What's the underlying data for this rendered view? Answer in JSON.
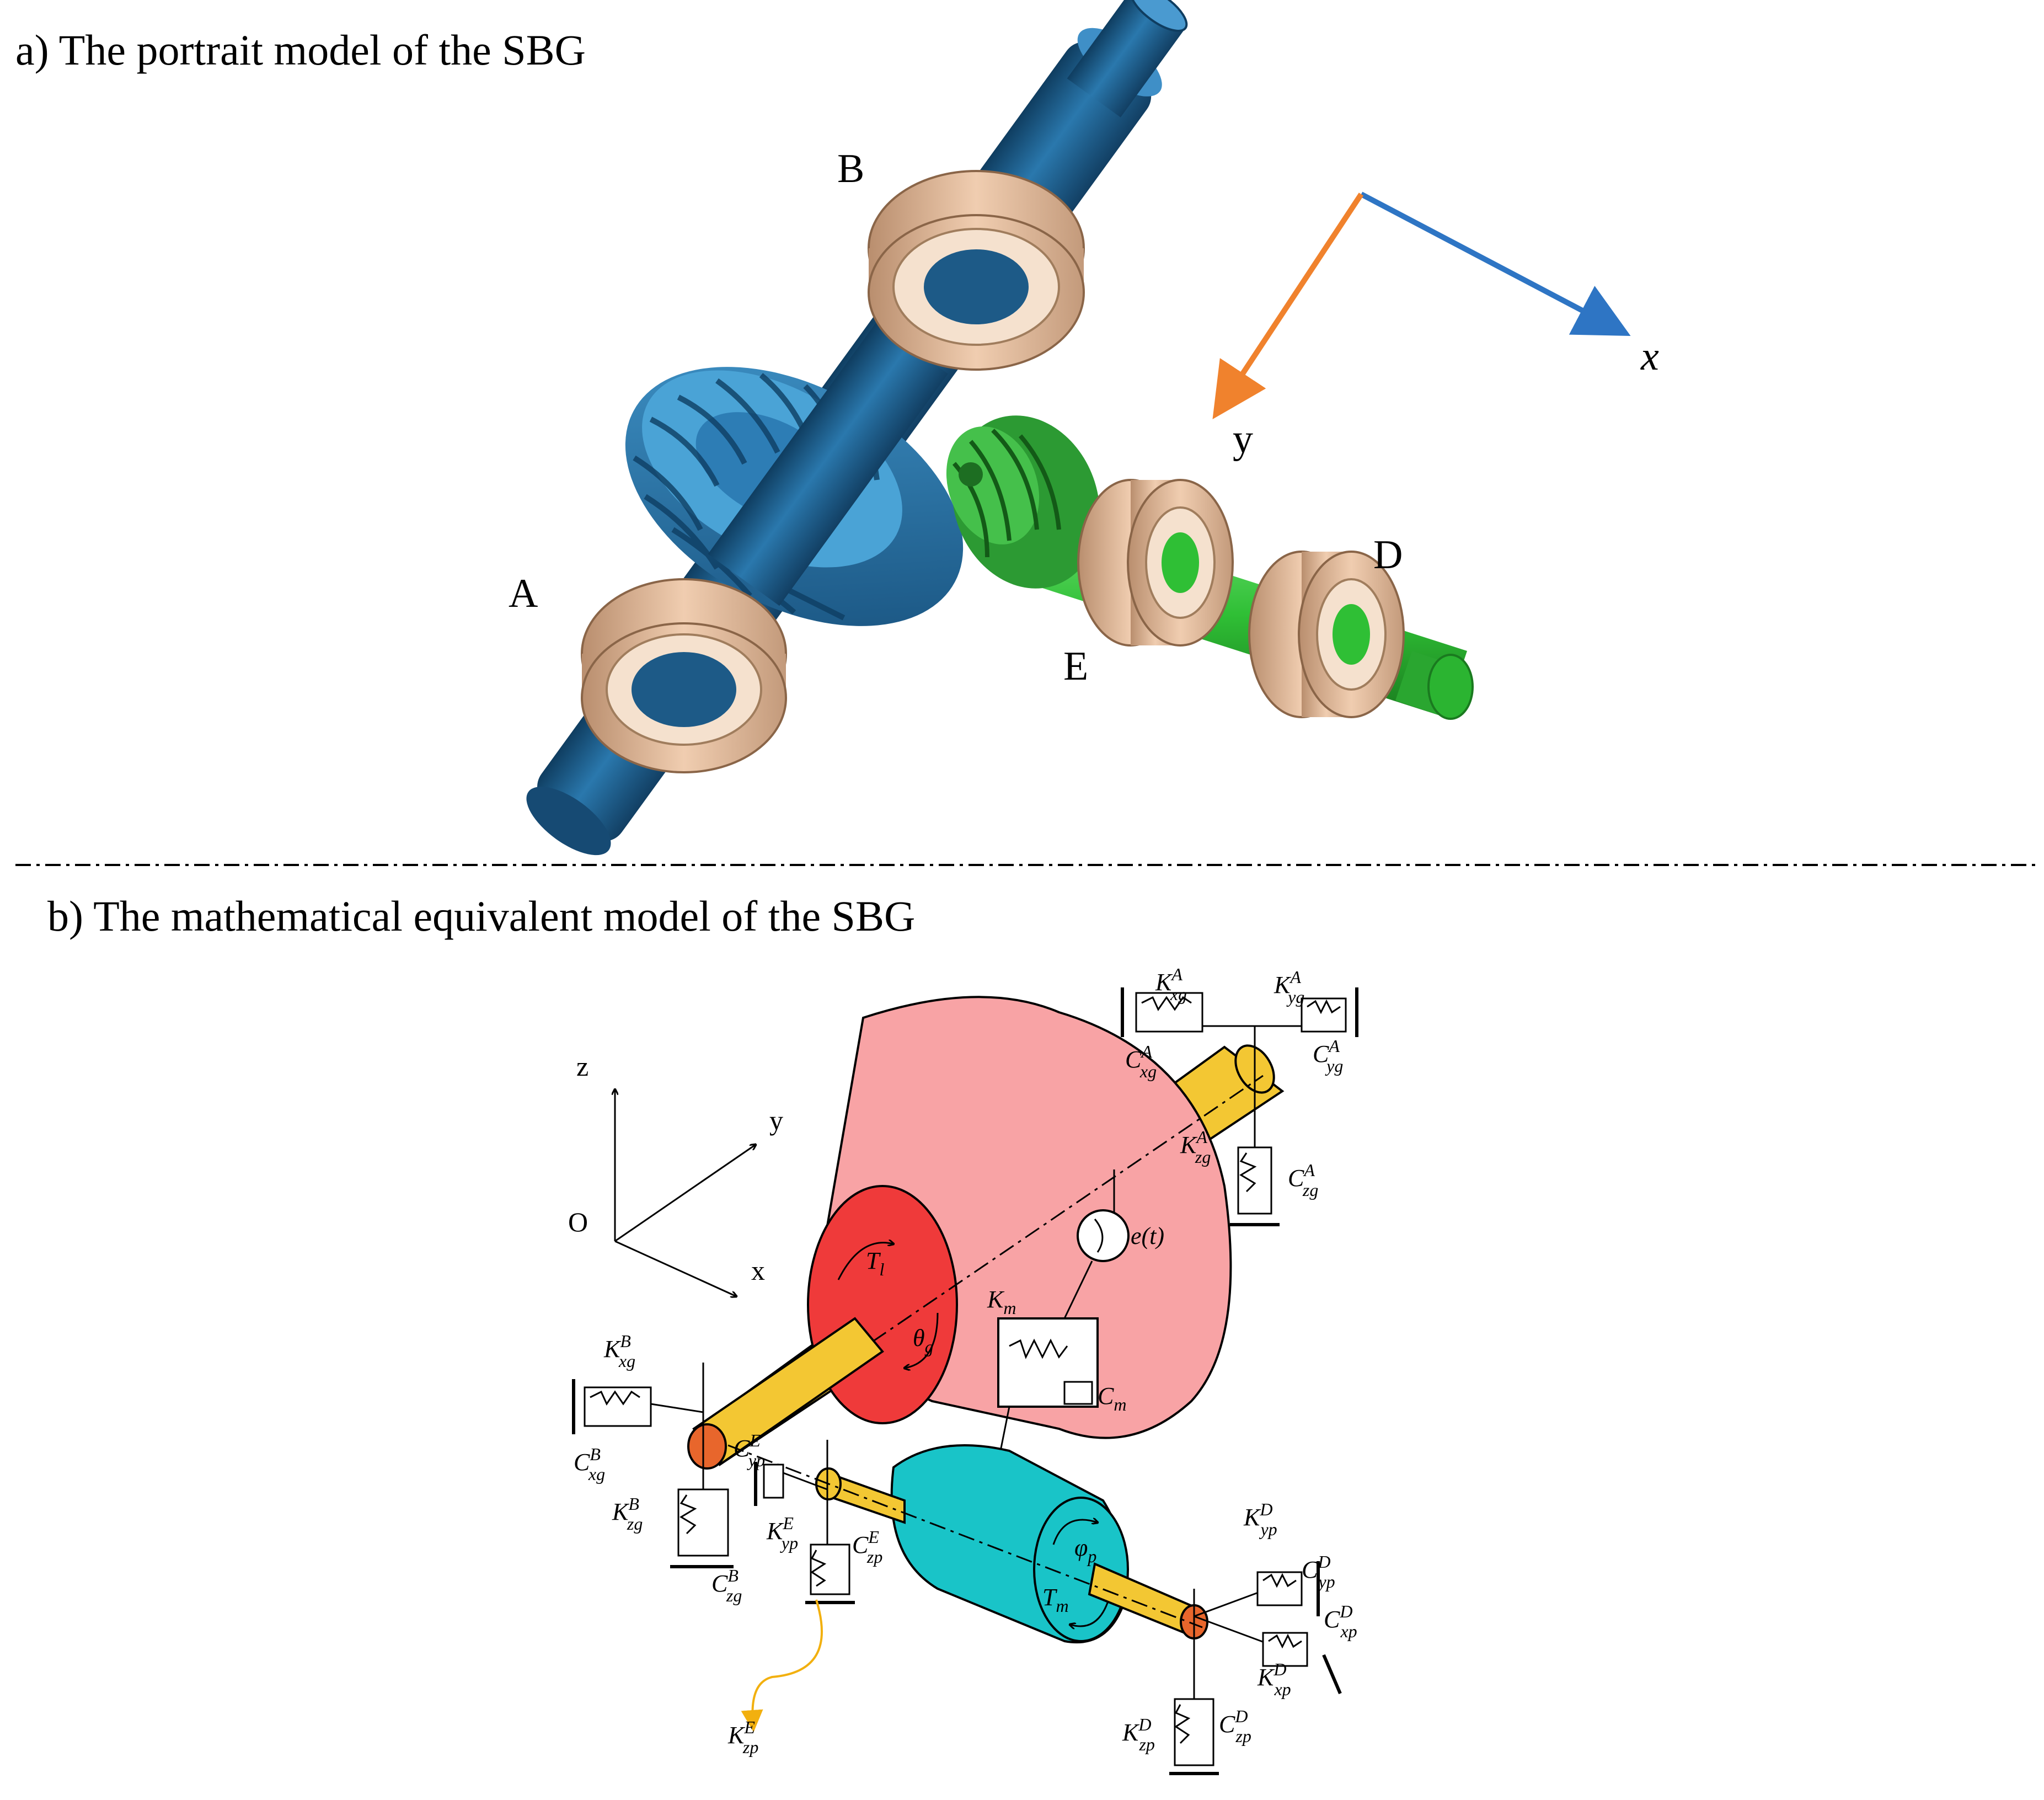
{
  "figure": {
    "panel_a": {
      "title": "a) The portrait model of the SBG",
      "bearings": [
        "A",
        "B",
        "D",
        "E"
      ],
      "axes": {
        "x": "x",
        "y": "y"
      },
      "colors": {
        "gear_shaft": "#1e5f8f",
        "bevel_gear": "#2a7ab0",
        "pinion": "#3aa543",
        "pinion_shaft": "#2fc234",
        "bearing": "#d9ae8c",
        "axis_x": "#2e75c4",
        "axis_y": "#f0822d"
      }
    },
    "panel_b": {
      "title": "b) The mathematical equivalent model of the SBG",
      "coordinate_labels": {
        "origin": "O",
        "x": "x",
        "y": "y",
        "z": "z"
      },
      "quantities": {
        "Tl": {
          "base": "T",
          "sub": "l"
        },
        "theta_g": {
          "base": "θ",
          "sub": "g"
        },
        "Km": {
          "base": "K",
          "sub": "m"
        },
        "Cm": {
          "base": "C",
          "sub": "m"
        },
        "et": "e(t)",
        "phi_p": {
          "base": "φ",
          "sub": "p"
        },
        "Tm": {
          "base": "T",
          "sub": "m"
        }
      },
      "supports": {
        "KxgA": {
          "base": "K",
          "sup": "A",
          "sub": "xg"
        },
        "KygA": {
          "base": "K",
          "sup": "A",
          "sub": "yg"
        },
        "CxgA": {
          "base": "C",
          "sup": "A",
          "sub": "xg"
        },
        "CygA": {
          "base": "C",
          "sup": "A",
          "sub": "yg"
        },
        "KzgA": {
          "base": "K",
          "sup": "A",
          "sub": "zg"
        },
        "CzgA": {
          "base": "C",
          "sup": "A",
          "sub": "zg"
        },
        "KxgB": {
          "base": "K",
          "sup": "B",
          "sub": "xg"
        },
        "CxgB": {
          "base": "C",
          "sup": "B",
          "sub": "xg"
        },
        "KzgB": {
          "base": "K",
          "sup": "B",
          "sub": "zg"
        },
        "CzgB": {
          "base": "C",
          "sup": "B",
          "sub": "zg"
        },
        "CypE": {
          "base": "C",
          "sup": "E",
          "sub": "yp"
        },
        "KypE": {
          "base": "K",
          "sup": "E",
          "sub": "yp"
        },
        "CzpE": {
          "base": "C",
          "sup": "E",
          "sub": "zp"
        },
        "KzpE": {
          "base": "K",
          "sup": "E",
          "sub": "zp"
        },
        "KypD": {
          "base": "K",
          "sup": "D",
          "sub": "yp"
        },
        "CypD": {
          "base": "C",
          "sup": "D",
          "sub": "yp"
        },
        "CxpD": {
          "base": "C",
          "sup": "D",
          "sub": "xp"
        },
        "KxpD": {
          "base": "K",
          "sup": "D",
          "sub": "xp"
        },
        "KzpD": {
          "base": "K",
          "sup": "D",
          "sub": "zp"
        },
        "CzpD": {
          "base": "C",
          "sup": "D",
          "sub": "zp"
        }
      },
      "colors": {
        "gear_cone": "#f8a3a5",
        "gear_face": "#ef3a3a",
        "pinion_cone": "#19c4c8",
        "shaft": "#f3c733",
        "shaft_end": "#e8662c",
        "highlight_arrow": "#f2b00f"
      }
    }
  }
}
